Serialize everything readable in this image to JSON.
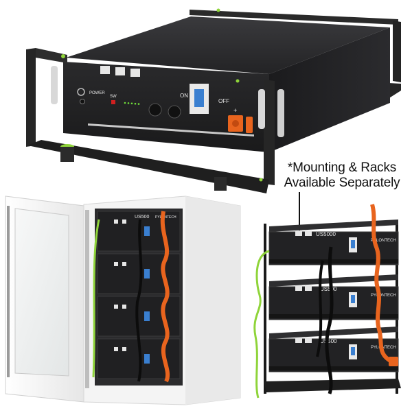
{
  "caption": {
    "line1": "*Mounting & Racks",
    "line2": "Available Separately"
  },
  "top_unit": {
    "power_label": "POWER",
    "sw_label": "SW",
    "on_label": "ON",
    "off_label": "OFF",
    "plus_label": "+"
  },
  "rack_units": [
    {
      "model": "US5000",
      "brand": "PYLONTECH"
    },
    {
      "model": "US500",
      "brand": "PYLONTECH"
    },
    {
      "model": "US500",
      "brand": "PYLONTECH"
    }
  ],
  "cabinet": {
    "model": "US500",
    "brand": "PYLONTECH"
  },
  "colors": {
    "cable_orange": "#e8641e",
    "cable_green": "#8fd43a",
    "chassis": "#1f1f21",
    "bracket": "#262626",
    "cabinet_white": "#f4f4f4"
  }
}
